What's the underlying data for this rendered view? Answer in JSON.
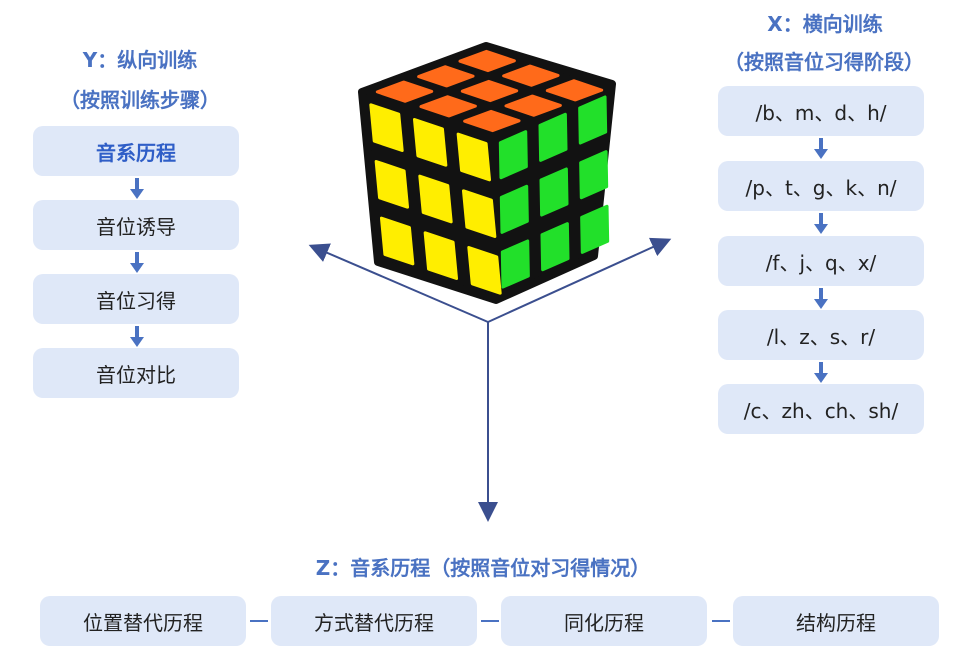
{
  "y_axis": {
    "title": "Y：纵向训练",
    "subtitle": "（按照训练步骤）",
    "steps": [
      "音系历程",
      "音位诱导",
      "音位习得",
      "音位对比"
    ]
  },
  "x_axis": {
    "title": "X：横向训练",
    "subtitle": "（按照音位习得阶段）",
    "steps": [
      "/b、m、d、h/",
      "/p、t、g、k、n/",
      "/f、j、q、x/",
      "/l、z、s、r/",
      "/c、zh、ch、sh/"
    ]
  },
  "z_axis": {
    "title": "Z：音系历程（按照音位对习得情况）",
    "steps": [
      "位置替代历程",
      "方式替代历程",
      "同化历程",
      "结构历程"
    ]
  },
  "colors": {
    "accent": "#4a72c2",
    "box_fill": "#dfe8f8",
    "cube_top": "#ff6a1a",
    "cube_left": "#ffee00",
    "cube_right": "#22e02a"
  }
}
